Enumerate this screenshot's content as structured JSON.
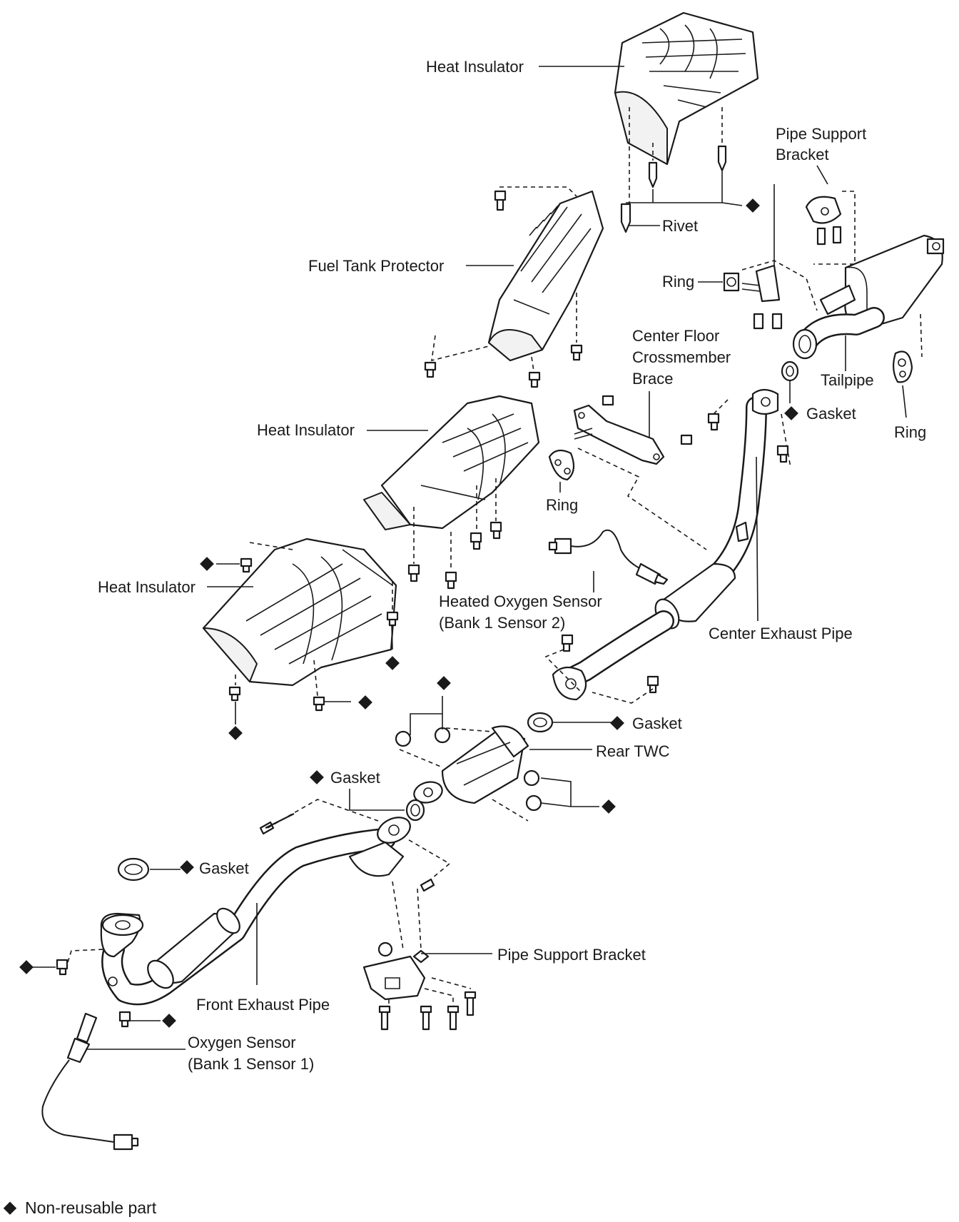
{
  "labels": {
    "heat_insulator_top": "Heat Insulator",
    "rivet": "Rivet",
    "pipe_support_bracket_top_line1": "Pipe Support",
    "pipe_support_bracket_top_line2": "Bracket",
    "fuel_tank_protector": "Fuel Tank Protector",
    "ring_top": "Ring",
    "center_floor_line1": "Center Floor",
    "center_floor_line2": "Crossmember",
    "center_floor_line3": "Brace",
    "tailpipe": "Tailpipe",
    "gasket_tailpipe": "Gasket",
    "ring_right": "Ring",
    "heat_insulator_middle": "Heat Insulator",
    "ring_middle": "Ring",
    "heat_insulator_lower": "Heat Insulator",
    "heated_oxygen_sensor_line1": "Heated Oxygen Sensor",
    "heated_oxygen_sensor_line2": "(Bank 1  Sensor 2)",
    "center_exhaust_pipe": "Center Exhaust Pipe",
    "gasket_rear_twc": "Gasket",
    "rear_twc": "Rear TWC",
    "gasket_mid": "Gasket",
    "gasket_front": "Gasket",
    "pipe_support_bracket_lower": "Pipe Support Bracket",
    "front_exhaust_pipe": "Front Exhaust Pipe",
    "oxygen_sensor_line1": "Oxygen Sensor",
    "oxygen_sensor_line2": "(Bank 1  Sensor 1)"
  },
  "legend": {
    "symbol": "◆",
    "text": "Non-reusable part"
  }
}
